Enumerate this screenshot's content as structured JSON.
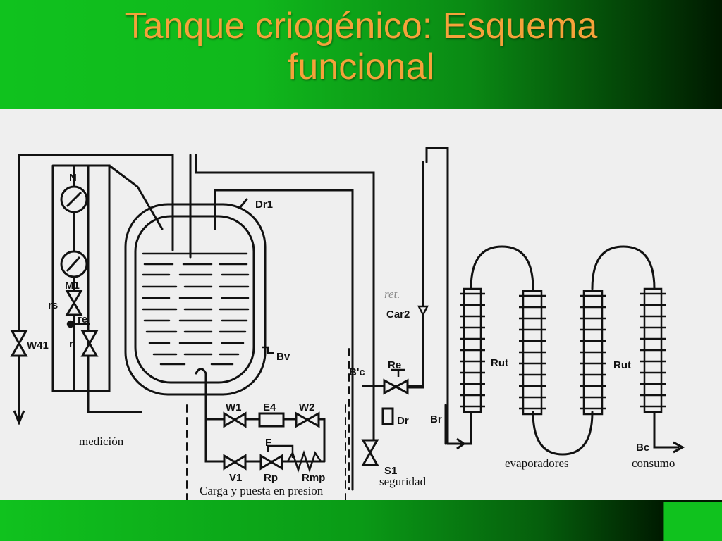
{
  "title": {
    "line1": "Tanque criogénico: Esquema",
    "line2": "funcional"
  },
  "diagram_labels": {
    "N": "N",
    "M1": "M1",
    "rs": "rs",
    "re": "re",
    "rl": "rl",
    "W41": "W41",
    "Dr1": "Dr1",
    "Bv": "Bv",
    "W1": "W1",
    "E4": "E4",
    "W2": "W2",
    "F": "F",
    "V1": "V1",
    "Rp": "Rp",
    "Rmp": "Rmp",
    "Car2": "Car2",
    "Bc_top": "B'c",
    "Re": "Re",
    "Dr": "Dr",
    "S1": "S1",
    "Br": "Br",
    "Rut1": "Rut",
    "Rut2": "Rut",
    "Bc": "Bc",
    "ret": "ret."
  },
  "captions": {
    "medicion": "medición",
    "carga": "Carga y puesta en presion",
    "seguridad": "seguridad",
    "evaporadores": "evaporadores",
    "consumo": "consumo"
  },
  "colors": {
    "title": "#f5a23a",
    "green": "#10c21e",
    "line": "#111111"
  }
}
